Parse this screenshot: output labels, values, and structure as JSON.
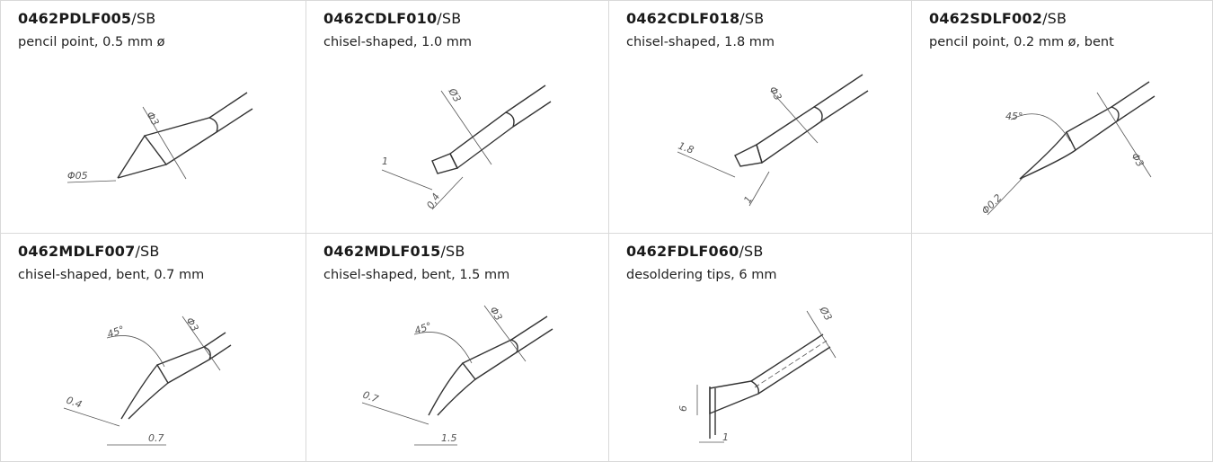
{
  "tips": [
    {
      "code": "0462PDLF005",
      "suffix": "/SB",
      "description": "pencil point, 0.5 mm ø",
      "dims": [
        "Φ3",
        "Φ05"
      ]
    },
    {
      "code": "0462CDLF010",
      "suffix": "/SB",
      "description": "chisel-shaped, 1.0 mm",
      "dims": [
        "Ø3",
        "1",
        "0,4"
      ]
    },
    {
      "code": "0462CDLF018",
      "suffix": "/SB",
      "description": "chisel-shaped, 1.8 mm",
      "dims": [
        "Φ3",
        "1.8",
        "1"
      ]
    },
    {
      "code": "0462SDLF002",
      "suffix": "/SB",
      "description": "pencil point, 0.2 mm ø, bent",
      "dims": [
        "45°",
        "Φ3",
        "Φ0.2"
      ]
    },
    {
      "code": "0462MDLF007",
      "suffix": "/SB",
      "description": "chisel-shaped, bent, 0.7 mm",
      "dims": [
        "45°",
        "Φ3",
        "0.4",
        "0.7"
      ]
    },
    {
      "code": "0462MDLF015",
      "suffix": "/SB",
      "description": "chisel-shaped, bent, 1.5 mm",
      "dims": [
        "45°",
        "Φ3",
        "0.7",
        "1.5"
      ]
    },
    {
      "code": "0462FDLF060",
      "suffix": "/SB",
      "description": "desoldering tips, 6 mm",
      "dims": [
        "Ø3",
        "6",
        "1"
      ]
    }
  ]
}
